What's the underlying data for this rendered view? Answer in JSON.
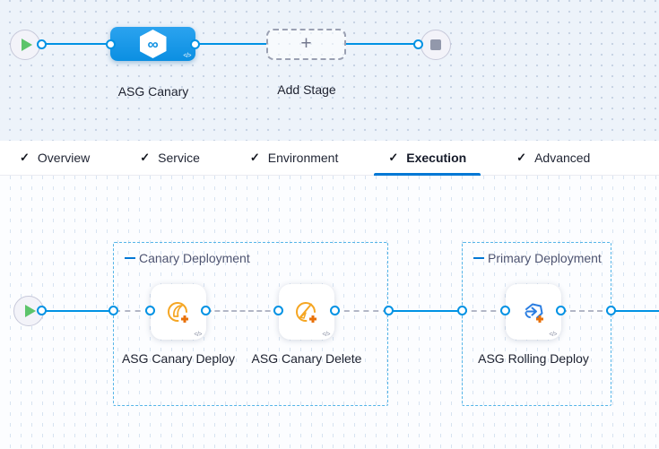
{
  "stage_pipeline": {
    "stage_label": "ASG Canary",
    "add_stage_label": "Add Stage",
    "plus_glyph": "+",
    "code_glyph": "</>",
    "infinity_glyph": "∞"
  },
  "tabs": {
    "items": [
      {
        "label": "Overview",
        "check": "✓",
        "active": false
      },
      {
        "label": "Service",
        "check": "✓",
        "active": false
      },
      {
        "label": "Environment",
        "check": "✓",
        "active": false
      },
      {
        "label": "Execution",
        "check": "✓",
        "active": true
      },
      {
        "label": "Advanced",
        "check": "✓",
        "active": false
      }
    ]
  },
  "execution": {
    "groups": [
      {
        "title": "Canary Deployment"
      },
      {
        "title": "Primary Deployment"
      }
    ],
    "steps": [
      {
        "label": "ASG Canary Deploy"
      },
      {
        "label": "ASG Canary Delete"
      },
      {
        "label": "ASG Rolling Deploy"
      }
    ],
    "code_glyph": "</>"
  },
  "colors": {
    "accent_blue": "#0092e4",
    "active_tab_blue": "#0278d5",
    "stage_node_blue": "#0f93e9",
    "group_border_blue": "#55b5e8",
    "play_green": "#5cc46b",
    "asg_orange": "#f5a623",
    "plus_cluster_orange": "#e8710a",
    "stop_gray": "#9298ab"
  }
}
